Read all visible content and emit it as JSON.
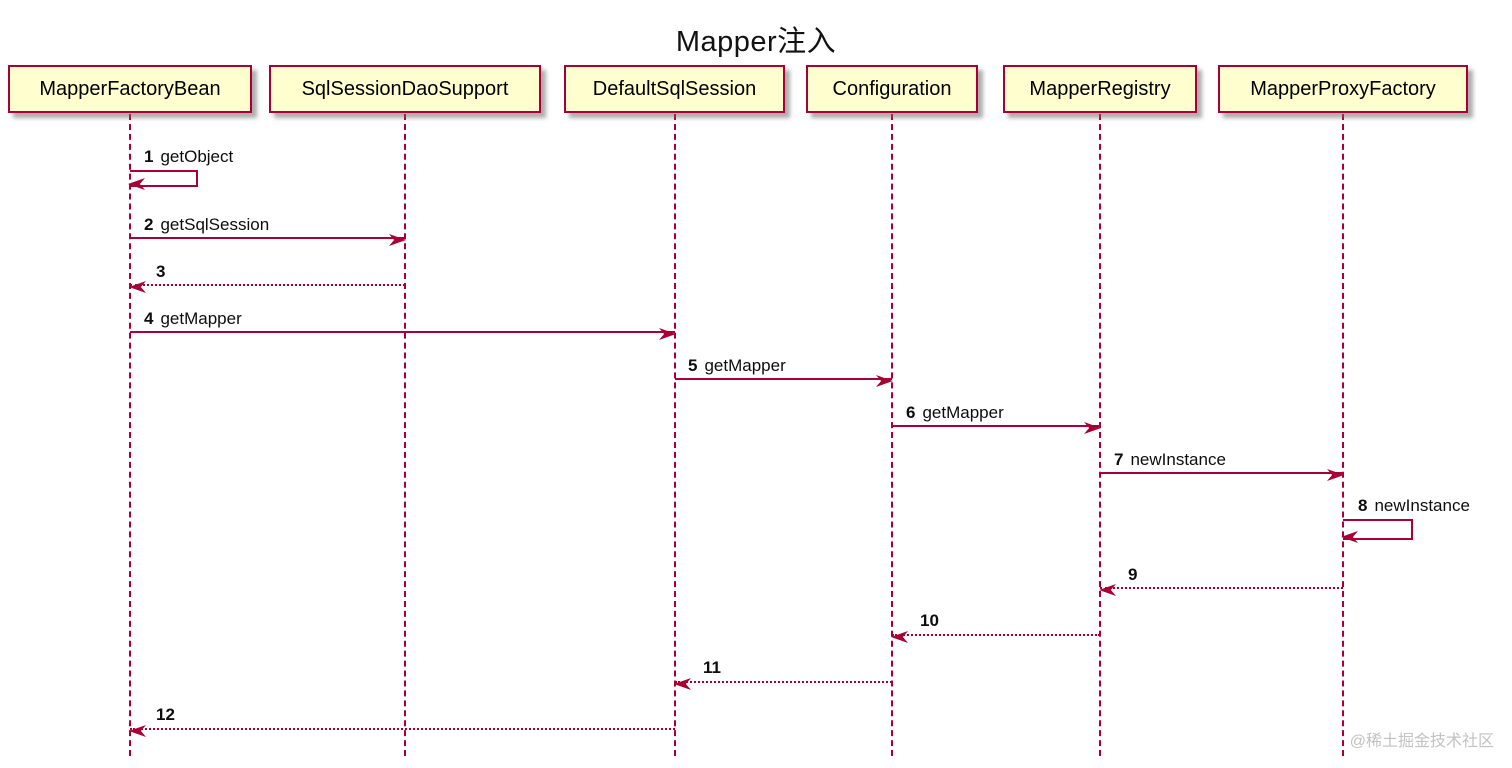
{
  "title": "Mapper注入",
  "participants": [
    {
      "name": "MapperFactoryBean"
    },
    {
      "name": "SqlSessionDaoSupport"
    },
    {
      "name": "DefaultSqlSession"
    },
    {
      "name": "Configuration"
    },
    {
      "name": "MapperRegistry"
    },
    {
      "name": "MapperProxyFactory"
    }
  ],
  "messages": [
    {
      "num": "1",
      "text": "getObject",
      "from": "MapperFactoryBean",
      "to": "MapperFactoryBean",
      "kind": "self-solid"
    },
    {
      "num": "2",
      "text": "getSqlSession",
      "from": "MapperFactoryBean",
      "to": "SqlSessionDaoSupport",
      "kind": "solid"
    },
    {
      "num": "3",
      "text": "",
      "from": "SqlSessionDaoSupport",
      "to": "MapperFactoryBean",
      "kind": "return-dotted"
    },
    {
      "num": "4",
      "text": "getMapper",
      "from": "MapperFactoryBean",
      "to": "DefaultSqlSession",
      "kind": "solid"
    },
    {
      "num": "5",
      "text": "getMapper",
      "from": "DefaultSqlSession",
      "to": "Configuration",
      "kind": "solid"
    },
    {
      "num": "6",
      "text": "getMapper",
      "from": "Configuration",
      "to": "MapperRegistry",
      "kind": "solid"
    },
    {
      "num": "7",
      "text": "newInstance",
      "from": "MapperRegistry",
      "to": "MapperProxyFactory",
      "kind": "solid"
    },
    {
      "num": "8",
      "text": "newInstance",
      "from": "MapperProxyFactory",
      "to": "MapperProxyFactory",
      "kind": "self-solid"
    },
    {
      "num": "9",
      "text": "",
      "from": "MapperProxyFactory",
      "to": "MapperRegistry",
      "kind": "return-dotted"
    },
    {
      "num": "10",
      "text": "",
      "from": "MapperRegistry",
      "to": "Configuration",
      "kind": "return-dotted"
    },
    {
      "num": "11",
      "text": "",
      "from": "Configuration",
      "to": "DefaultSqlSession",
      "kind": "return-dotted"
    },
    {
      "num": "12",
      "text": "",
      "from": "DefaultSqlSession",
      "to": "MapperFactoryBean",
      "kind": "return-dotted"
    }
  ],
  "watermark": "@稀土掘金技术社区",
  "colors": {
    "participant_fill": "#FEFECE",
    "line": "#A80036",
    "text": "#000000",
    "watermark": "#C2C2C2",
    "background": "#FFFFFF"
  }
}
